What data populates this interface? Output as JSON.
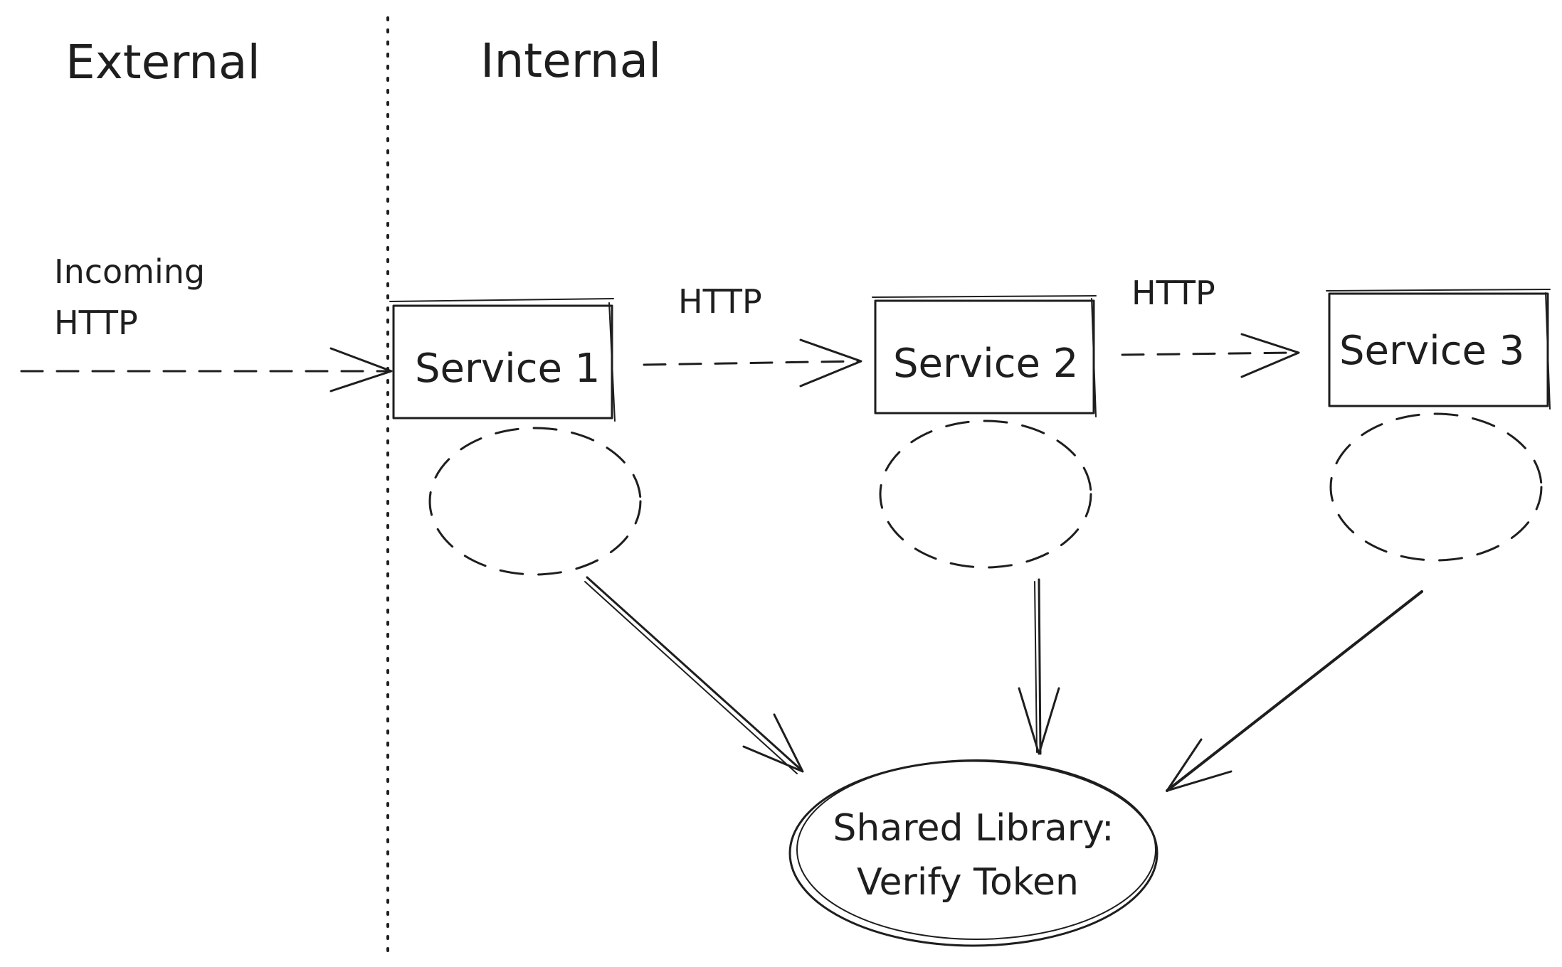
{
  "zones": {
    "external": "External",
    "internal": "Internal"
  },
  "incoming": {
    "line1": "Incoming",
    "line2": "HTTP"
  },
  "links": {
    "service1_to_service2": "HTTP",
    "service2_to_service3": "HTTP"
  },
  "services": [
    {
      "label": "Service 1"
    },
    {
      "label": "Service 2"
    },
    {
      "label": "Service 3"
    }
  ],
  "shared_library": {
    "line1": "Shared Library:",
    "line2": "Verify Token"
  },
  "colors": {
    "ink": "#1e1e1e",
    "background": "#ffffff"
  }
}
